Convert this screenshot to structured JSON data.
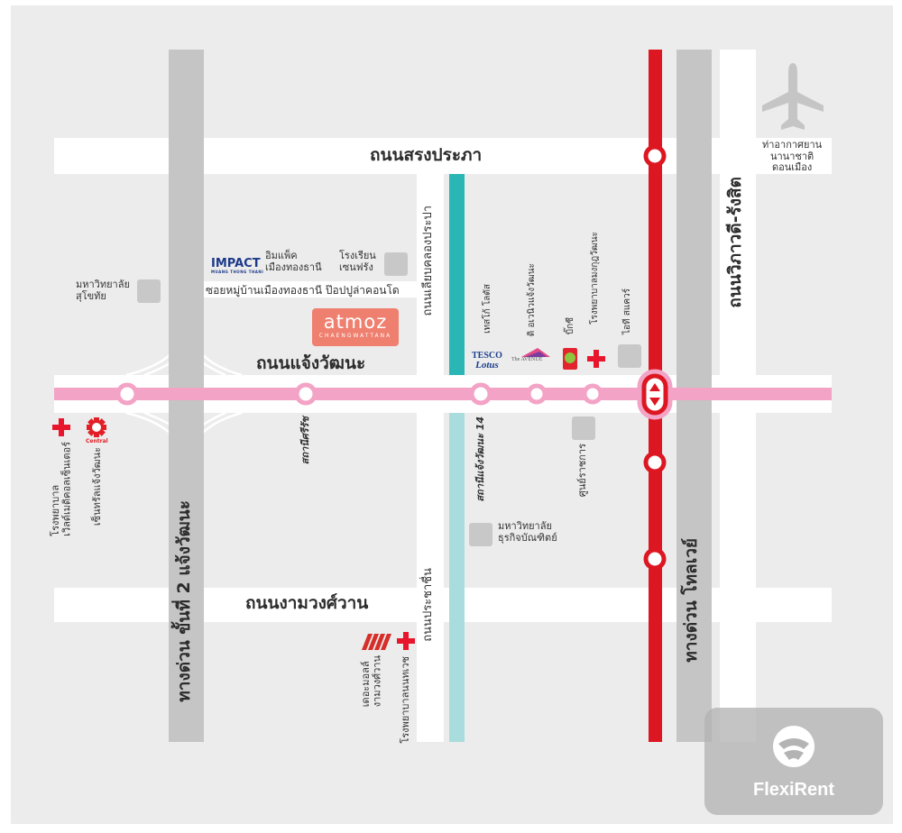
{
  "roads": {
    "songprapa": "ถนนสรงประภา",
    "chaengwattana": "ถนนแจ้งวัฒนะ",
    "ngamwongwan": "ถนนงามวงศ์วาน",
    "khlong_prapa": "ถนนเลียบคลองประปา",
    "prachachuen": "ถนนประชาชื่น",
    "vibhavadi": "ถนนวิภาวดี-รังสิต",
    "expressway_tollway": "ทางด่วน โทลเวย์",
    "expressway_stage2": "ทางด่วน ขั้นที่ 2 แจ้งวัฒนะ"
  },
  "stations": {
    "sri_rat": "สถานีศรีรัช",
    "chaengwattana14": "สถานีแจ้งวัฒนะ 14"
  },
  "pois": {
    "airport": "ท่าอากาศยาน\nนานาชาติ\nดอนเมือง",
    "impact_logo": "IMPACT",
    "impact_logo_sub": "MUANG THONG THANI",
    "impact": "อิมแพ็ค\nเมืองทองธานี",
    "satit_school": "โรงเรียน\nเซนฟรัง",
    "sukhothai_univ": "มหาวิทยาลัย\nสุโขทัย",
    "soi": "ซอยหมู่บ้านเมืองทองธานี ป๊อปปูล่าคอนโด",
    "atmoz": "atmoz",
    "atmoz_sub": "CHAENGWATTANA",
    "tesco": "เทสโก้ โลตัส",
    "tesco_logo_top": "TESCO",
    "tesco_logo_bottom": "Lotus",
    "avenue": "ดิ อเวนิวแจ้งวัฒนะ",
    "avenue_logo": "The AVENUE",
    "bigc": "บิ๊กซี",
    "hospital_mongkut": "โรงพยาบาลมงกุฎวัฒนะ",
    "it_square": "ไอที สแควร์",
    "gov_center": "ศูนย์ราชการ",
    "hospital_central": "โรงพยาบาล\nเวิลด์เมดิคอลเซ็นเตอร์",
    "central_logo": "Central",
    "central": "เซ็นทรัลแจ้งวัฒนะ",
    "business_univ": "มหาวิทยาลัย\nธุรกิจบัณฑิตย์",
    "mall_ngamwongwan": "เดอะมอลล์\nงามวงศ์วาน",
    "hospital_nonthavej": "โรงพยาบาลนนทเวช"
  },
  "brand": {
    "name": "FlexiRent"
  },
  "colors": {
    "red_line": "#dd1722",
    "pink_line": "#f3a3c6",
    "teal_line": "#2ab6b4",
    "expressway": "#c6c5c5",
    "background": "#ececec"
  }
}
